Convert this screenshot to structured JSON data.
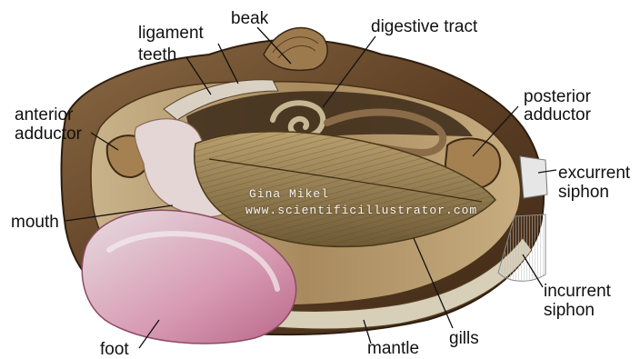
{
  "labels": {
    "beak": "beak",
    "ligament": "ligament",
    "teeth": "teeth",
    "digestive_tract": "digestive tract",
    "anterior": "anterior",
    "adductor_a": "adductor",
    "posterior": "posterior",
    "adductor_p": "adductor",
    "excurrent": "excurrent",
    "siphon_e": "siphon",
    "mouth": "mouth",
    "incurrent": "incurrent",
    "siphon_i": "siphon",
    "foot": "foot",
    "gills": "gills",
    "mantle": "mantle"
  },
  "watermark": {
    "name": "Gina Mikel",
    "url": "www.scientificillustrator.com"
  },
  "colors": {
    "shell_outer": "#6b4a2c",
    "shell_inner": "#b59a6e",
    "gills": "#8a7448",
    "foot": "#d98aa8",
    "adductor": "#a07a4a",
    "leader": "#111111"
  }
}
